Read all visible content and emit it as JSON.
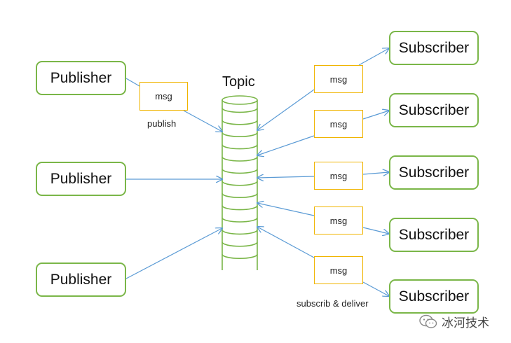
{
  "publishers": [
    {
      "label": "Publisher"
    },
    {
      "label": "Publisher"
    },
    {
      "label": "Publisher"
    }
  ],
  "subscribers": [
    {
      "label": "Subscriber"
    },
    {
      "label": "Subscriber"
    },
    {
      "label": "Subscriber"
    },
    {
      "label": "Subscriber"
    },
    {
      "label": "Subscriber"
    }
  ],
  "topic": {
    "title": "Topic"
  },
  "messages": {
    "publish_msg": "msg",
    "subscriber_msgs": [
      "msg",
      "msg",
      "msg",
      "msg",
      "msg"
    ]
  },
  "labels": {
    "publish": "publish",
    "subscribe": "subscrib & deliver"
  },
  "watermark": {
    "text": "冰河技术",
    "icon": "wechat-bubble-icon"
  },
  "colors": {
    "node_border": "#7ab648",
    "msg_border": "#f0b400",
    "arrow": "#5b9bd5"
  }
}
